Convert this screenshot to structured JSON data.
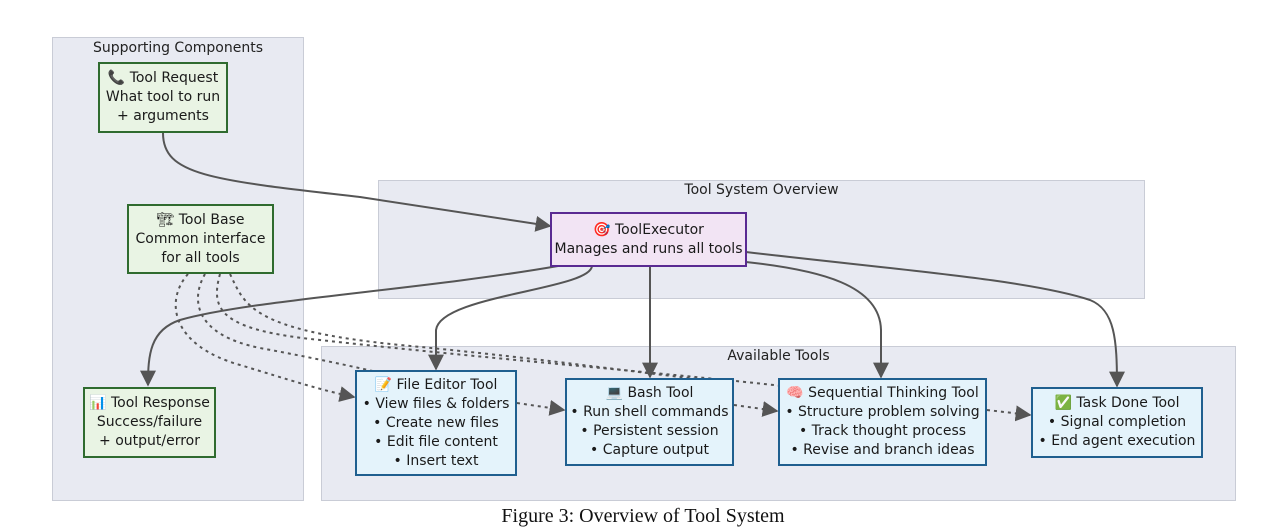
{
  "groups": {
    "supporting": "Supporting Components",
    "overview": "Tool System Overview",
    "available": "Available Tools"
  },
  "nodes": {
    "tool_request": {
      "icon": "📞",
      "title": "Tool Request",
      "lines": [
        "What tool to run",
        "+ arguments"
      ]
    },
    "tool_base": {
      "icon": "🏗",
      "title": "Tool Base",
      "lines": [
        "Common interface",
        "for all tools"
      ]
    },
    "tool_response": {
      "icon": "📊",
      "title": "Tool Response",
      "lines": [
        "Success/failure",
        "+ output/error"
      ]
    },
    "tool_executor": {
      "icon": "🎯",
      "title": "ToolExecutor",
      "lines": [
        "Manages and runs all tools"
      ]
    },
    "file_editor": {
      "icon": "📝",
      "title": "File Editor Tool",
      "lines": [
        "• View files & folders",
        "• Create new files",
        "• Edit file content",
        "• Insert text"
      ]
    },
    "bash": {
      "icon": "💻",
      "title": "Bash Tool",
      "lines": [
        "• Run shell commands",
        "• Persistent session",
        "• Capture output"
      ]
    },
    "sequential": {
      "icon": "🧠",
      "title": "Sequential Thinking Tool",
      "lines": [
        "• Structure problem solving",
        "• Track thought process",
        "• Revise and branch ideas"
      ]
    },
    "task_done": {
      "icon": "✅",
      "title": "Task Done Tool",
      "lines": [
        "• Signal completion",
        "• End agent execution"
      ]
    }
  },
  "caption": "Figure 3: Overview of Tool System"
}
